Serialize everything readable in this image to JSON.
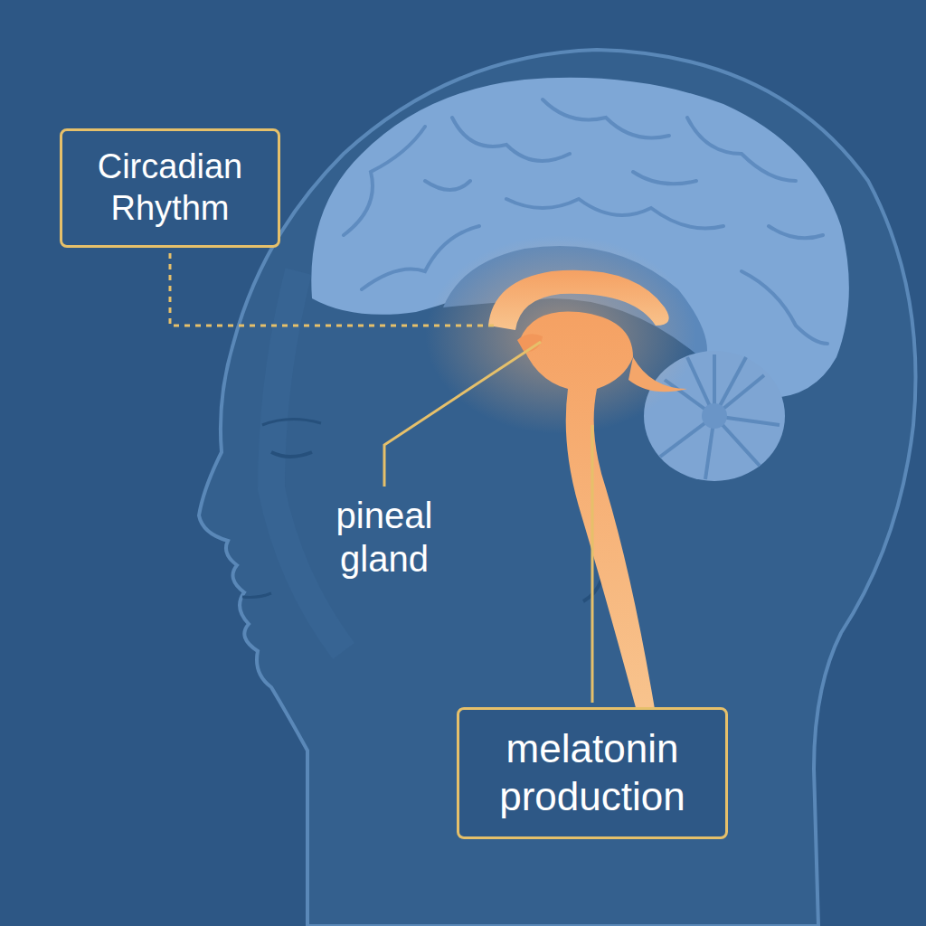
{
  "diagram": {
    "nodes": [
      {
        "text": [
          "Circadian Rhythm"
        ]
      },
      {
        "text": [
          "melatonin production"
        ]
      }
    ],
    "labels": [
      "pineal gland"
    ]
  }
}
